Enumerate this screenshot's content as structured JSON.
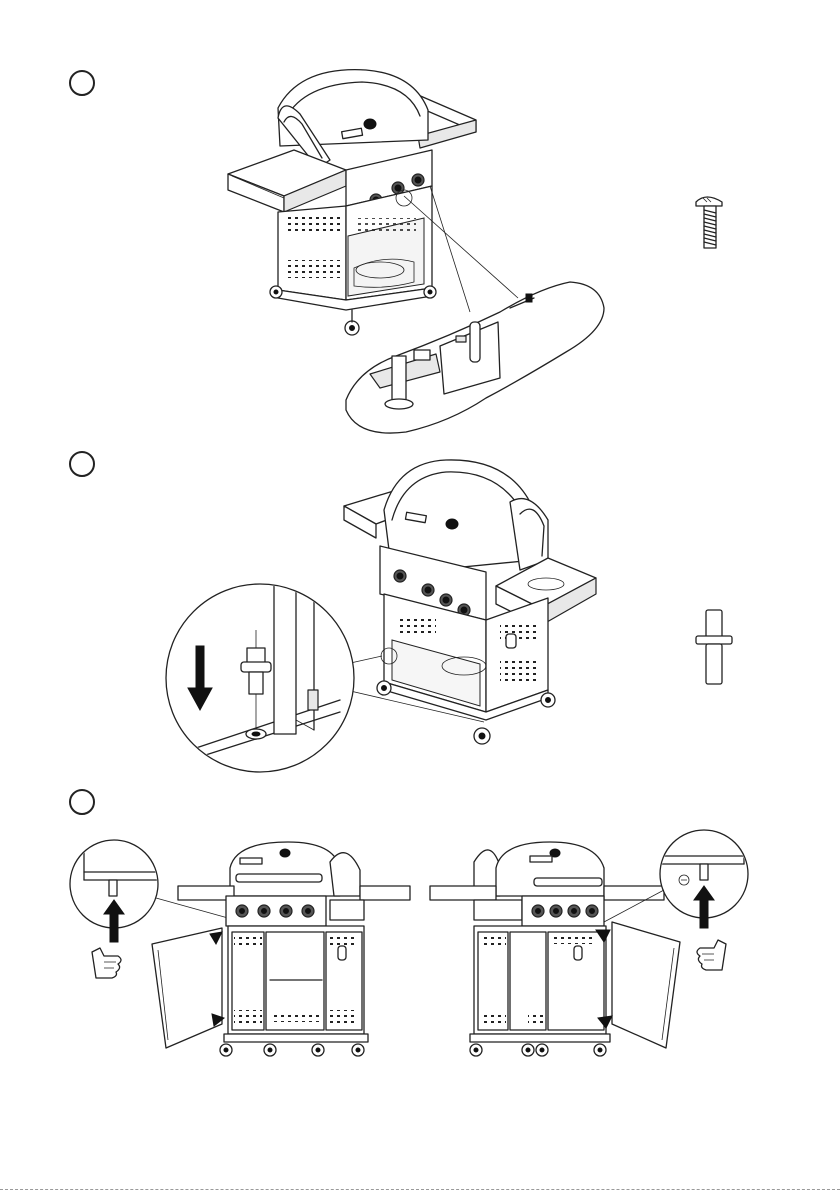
{
  "steps": [
    {
      "number": "",
      "content": "grill-step-side-shelf-screws"
    },
    {
      "number": "",
      "content": "grill-step-door-pin-insert"
    },
    {
      "number": "",
      "content": "grill-step-door-hang"
    }
  ],
  "parts": [
    {
      "icon": "screw-icon"
    },
    {
      "icon": "hinge-pin-icon"
    }
  ],
  "colors": {
    "line": "#222222",
    "shade": "#e8e8e8",
    "paper": "#ffffff"
  }
}
